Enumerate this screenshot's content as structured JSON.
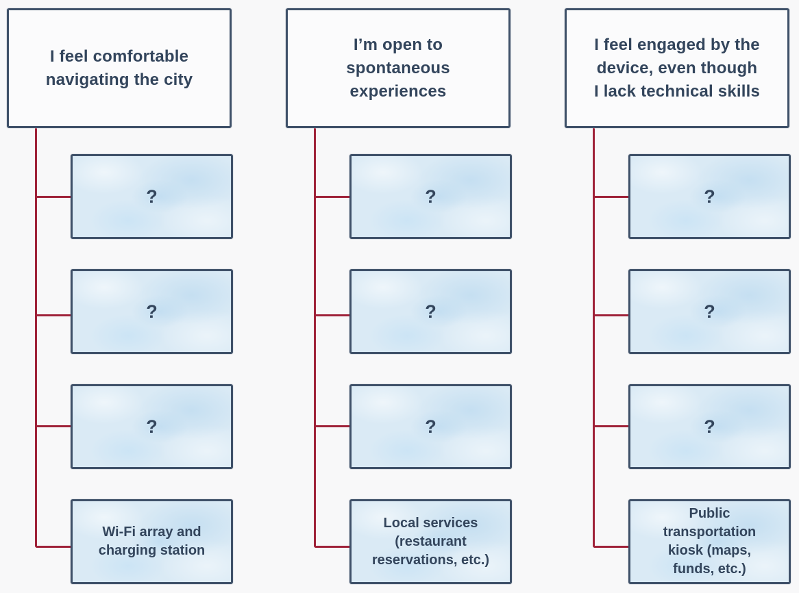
{
  "diagram": {
    "background": "#f8f8f9",
    "colors": {
      "connector": "#9f2239",
      "box_border": "#3f5169",
      "header_fill": "#fbfbfc",
      "child_fill": "#daeaf5",
      "text": "#33455c"
    },
    "columns": [
      {
        "header": "I feel comfortable\nnavigating the city",
        "children": [
          "?",
          "?",
          "?",
          "Wi-Fi array and\ncharging station"
        ]
      },
      {
        "header": "I’m open to\nspontaneous\nexperiences",
        "children": [
          "?",
          "?",
          "?",
          "Local services\n(restaurant\nreservations, etc.)"
        ]
      },
      {
        "header": "I feel engaged by the\ndevice, even though\nI lack technical skills",
        "children": [
          "?",
          "?",
          "?",
          "Public\ntransportation\nkiosk (maps,\nfunds, etc.)"
        ]
      }
    ]
  }
}
